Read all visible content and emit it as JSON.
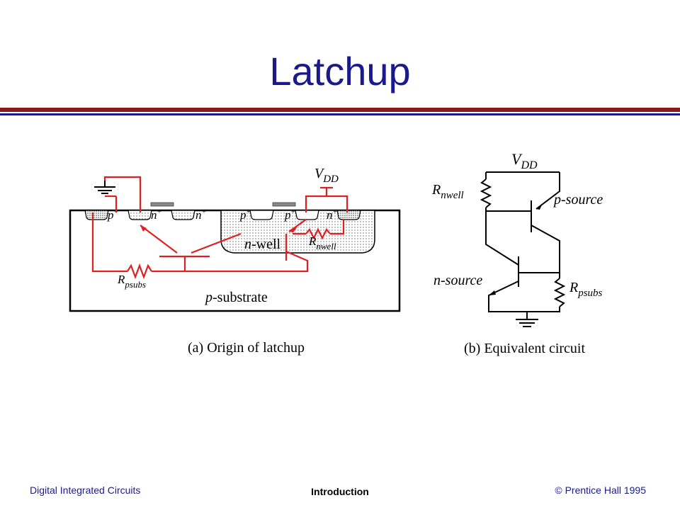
{
  "slide": {
    "title": "Latchup"
  },
  "figure_a": {
    "caption": "(a) Origin of latchup",
    "vdd": "V",
    "vdd_sub": "DD",
    "diff_p1": "p",
    "diff_p1_sup": "+",
    "diff_n1": "n",
    "diff_n1_sup": "+",
    "diff_n2": "n",
    "diff_n2_sup": "+",
    "diff_p2": "p",
    "diff_p2_sup": "+",
    "diff_p3": "p",
    "diff_p3_sup": "+",
    "diff_n3": "n",
    "diff_n3_sup": "+",
    "nwell_label_i": "n",
    "nwell_label": "-well",
    "rnwell": "R",
    "rnwell_sub": "nwell",
    "rpsubs": "R",
    "rpsubs_sub": "psubs",
    "substrate_i": "p",
    "substrate": "-substrate"
  },
  "figure_b": {
    "caption": "(b) Equivalent circuit",
    "vdd": "V",
    "vdd_sub": "DD",
    "rnwell": "R",
    "rnwell_sub": "nwell",
    "psource": "p-source",
    "nsource": "n-source",
    "rpsubs": "R",
    "rpsubs_sub": "psubs"
  },
  "footer": {
    "left": "Digital Integrated Circuits",
    "center": "Introduction",
    "right": "© Prentice Hall 1995"
  },
  "colors": {
    "title": "#1a1a8c",
    "rule_red": "#8b1a1a",
    "rule_blue": "#1a1a8c",
    "wire_red": "#e02020"
  }
}
